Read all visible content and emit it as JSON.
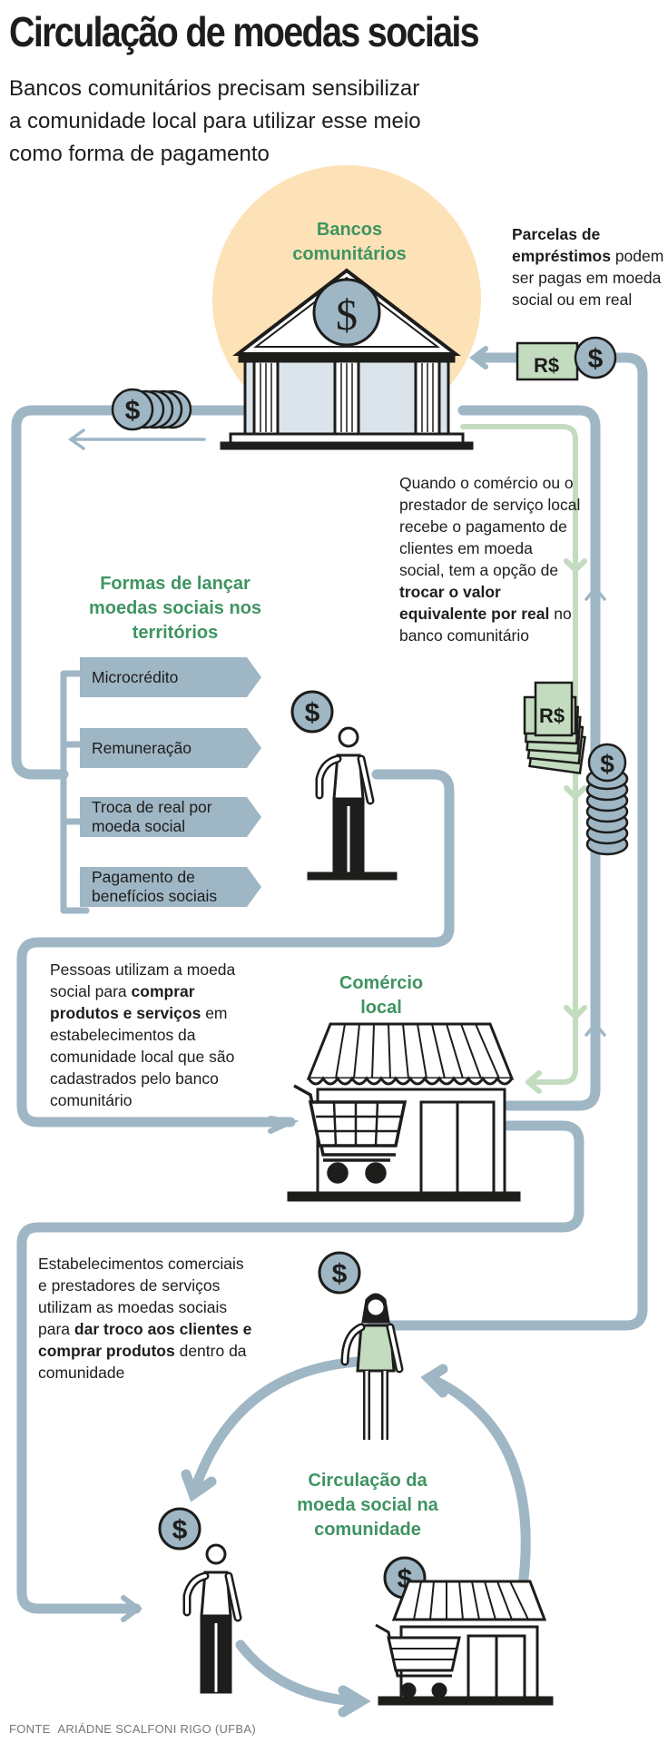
{
  "header": {
    "title": "Circulação de moedas sociais",
    "subtitle": "Bancos comunitários precisam sensibilizar a comunidade local para utilizar esse meio como forma de pagamento"
  },
  "nodes": {
    "bank": "Bancos comunitários",
    "forms_heading": "Formas de lançar moedas sociais nos territórios",
    "commerce": "Comércio local",
    "circulation": "Circulação da moeda social na comunidade"
  },
  "forms": [
    "Microcrédito",
    "Remuneração",
    "Troca de real por moeda social",
    "Pagamento de benefícios sociais"
  ],
  "notes": {
    "loans_bold": "Parcelas de empréstimos",
    "loans_rest": "podem ser pagas em moeda social ou em real",
    "exchange_pre": "Quando o comércio ou o prestador de serviço local recebe o pagamento de clientes em moeda social, tem a opção de",
    "exchange_bold": "trocar o valor equivalente por real",
    "exchange_post": "no banco comunitário",
    "people_pre": "Pessoas utilizam a moeda social para",
    "people_bold": "comprar produtos e serviços",
    "people_post": "em estabelecimentos da comunidade local que são cadastrados pelo banco comunitário",
    "shops_pre": "Estabelecimentos comerciais e prestadores de serviços utilizam as moedas sociais para",
    "shops_bold": "dar troco aos clientes e comprar produtos",
    "shops_post": "dentro da comunidade"
  },
  "glyphs": {
    "currency": "R$",
    "dollar": "$"
  },
  "colors": {
    "flow_blue": "#9fb6c5",
    "flow_green": "#c3dcc0",
    "accent_green": "#3f9462",
    "bank_glow": "#fde2b8"
  },
  "footer": {
    "source_label": "FONTE",
    "source_value": "ARIÁDNE SCALFONI RIGO (UFBA)"
  }
}
